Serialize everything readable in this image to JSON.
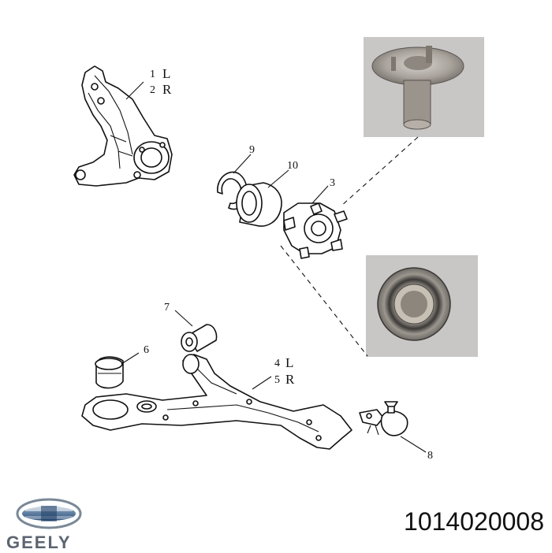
{
  "callouts": {
    "c1": {
      "num": "1",
      "side": "L"
    },
    "c2": {
      "num": "2",
      "side": "R"
    },
    "c3": {
      "num": "3"
    },
    "c4": {
      "num": "4",
      "side": "L"
    },
    "c5": {
      "num": "5",
      "side": "R"
    },
    "c6": {
      "num": "6"
    },
    "c7": {
      "num": "7"
    },
    "c8": {
      "num": "8"
    },
    "c9": {
      "num": "9"
    },
    "c10": {
      "num": "10"
    }
  },
  "brand": {
    "name": "GEELY",
    "color": "#5b6470"
  },
  "part_number": "1014020008",
  "icons": [
    "geely-logo-icon"
  ]
}
